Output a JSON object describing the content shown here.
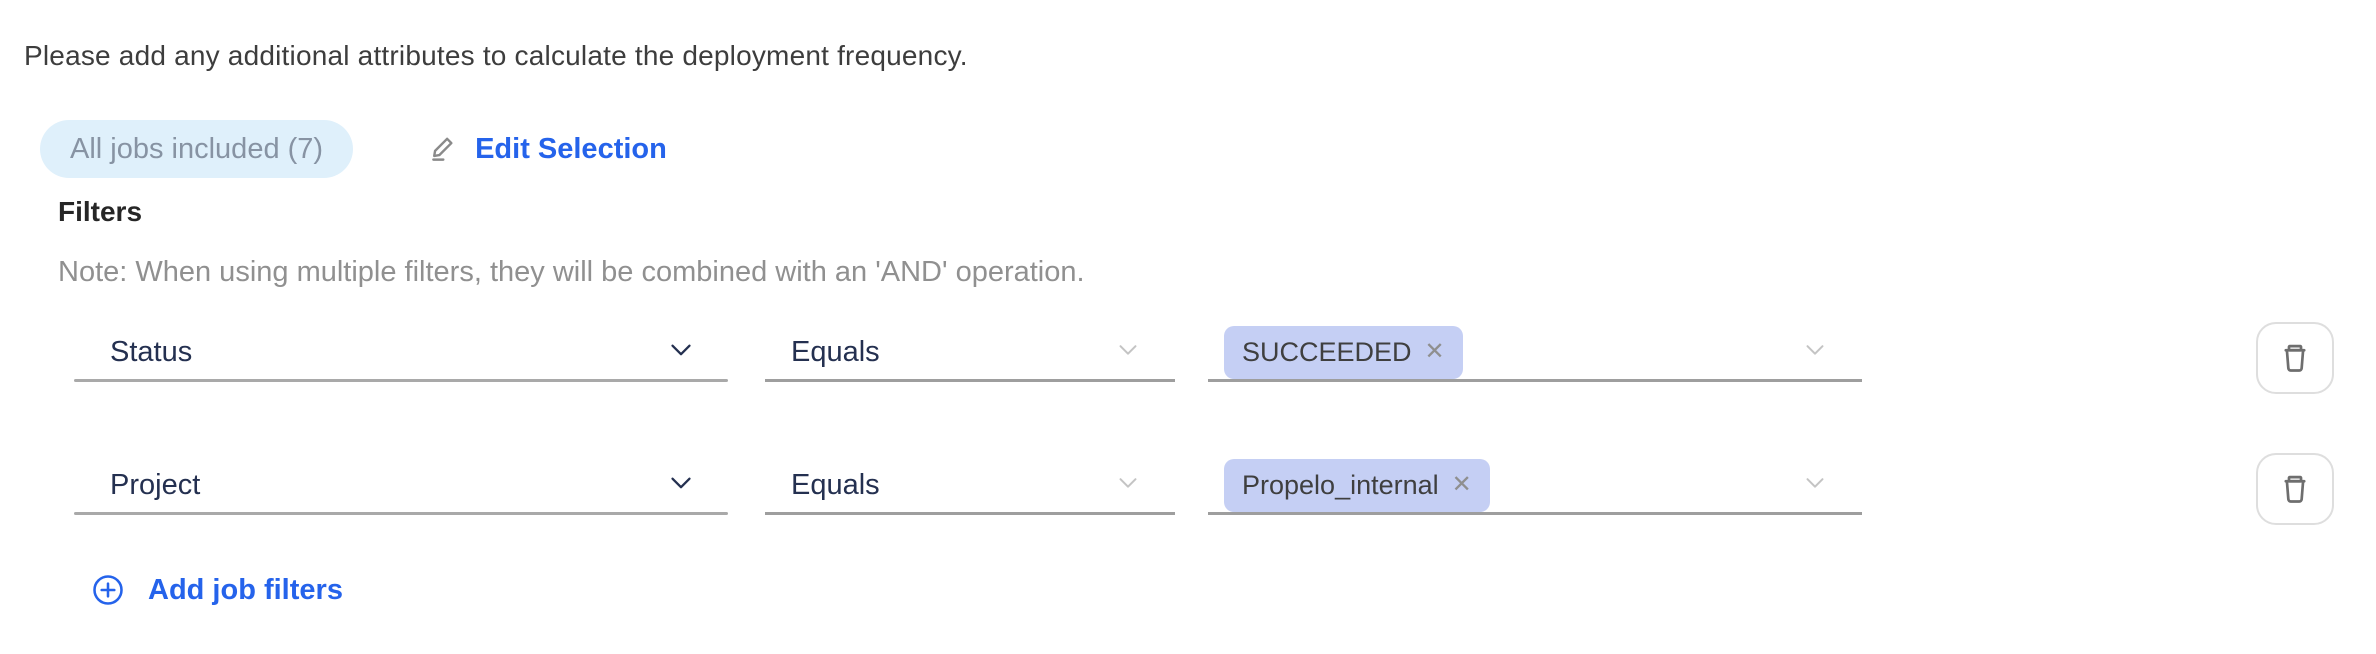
{
  "page": {
    "intro": "Please add any additional attributes to calculate the deployment frequency.",
    "jobs_badge": "All jobs included (7)",
    "edit_selection": "Edit Selection",
    "filters_heading": "Filters",
    "filters_note": "Note: When using multiple filters, they will be combined with an 'AND' operation.",
    "add_job_filters": "Add job filters"
  },
  "filters": [
    {
      "field": "Status",
      "operator": "Equals",
      "values": [
        "SUCCEEDED"
      ]
    },
    {
      "field": "Project",
      "operator": "Equals",
      "values": [
        "Propelo_internal"
      ]
    }
  ],
  "icons": {
    "close_glyph": "✕",
    "edit_icon": "pencil-underline",
    "add_icon": "plus-circle",
    "delete_icon": "trash",
    "select_icon": "chevron-down"
  },
  "colors": {
    "link_blue": "#2563eb",
    "badge_bg": "#dff0fb",
    "badge_text": "#8793a3",
    "tag_bg": "#c5cff4",
    "select_text": "#243050",
    "note_gray": "#909090",
    "underline_gray": "#9e9e9e"
  }
}
